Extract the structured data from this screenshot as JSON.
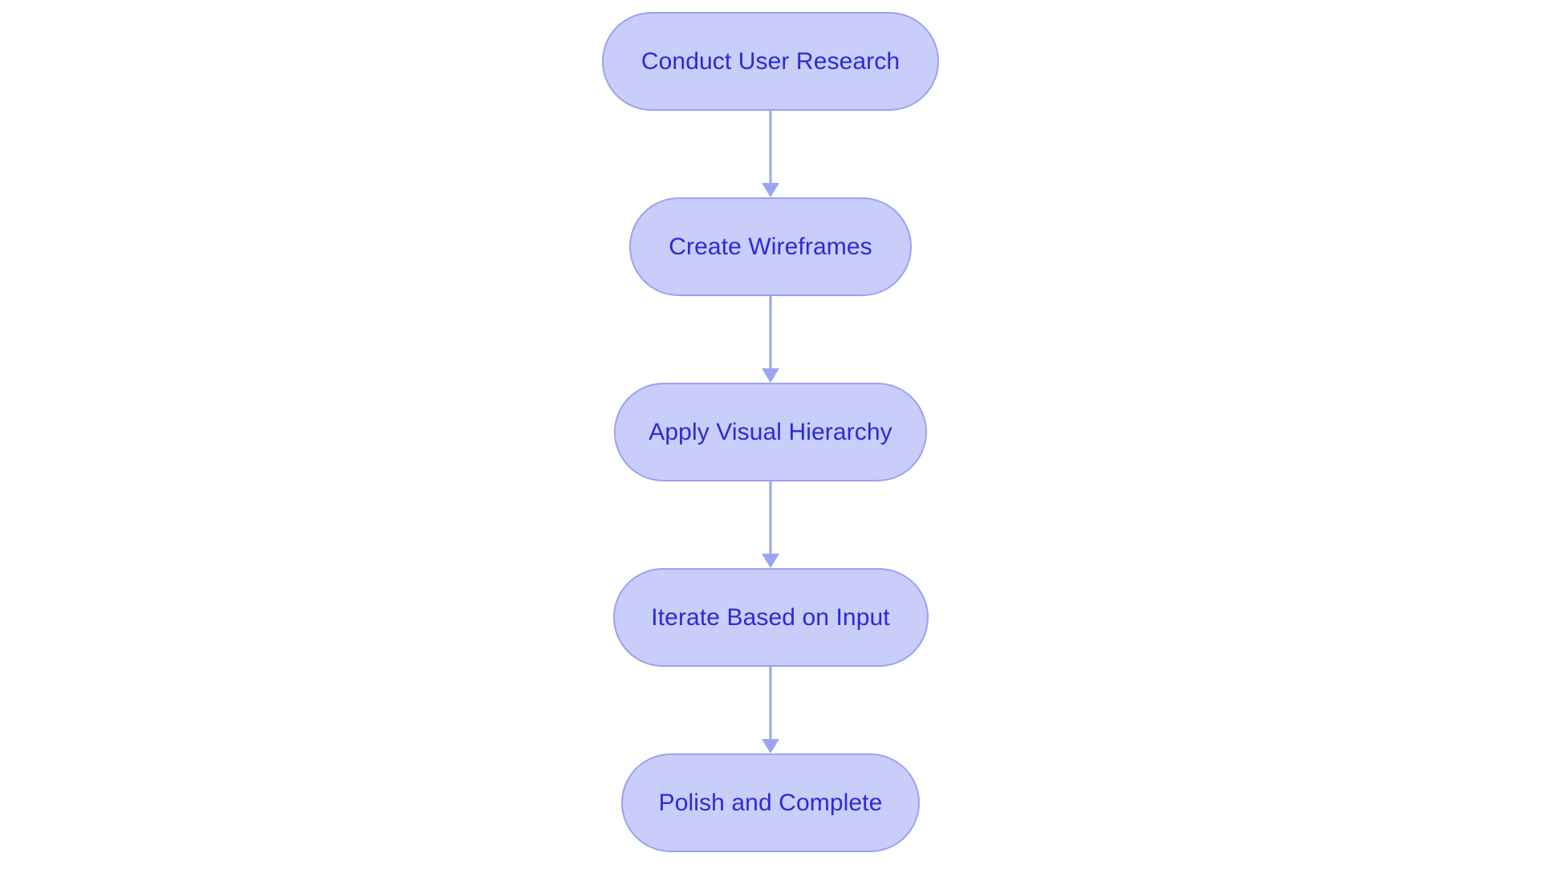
{
  "diagram": {
    "type": "flowchart",
    "orientation": "top-to-bottom",
    "background_color": "#ffffff",
    "node_fill_color": "#c8cdfa",
    "node_border_color": "#9aa2f0",
    "node_text_color": "#2b2bd4",
    "connector_color": "#9aa6f5",
    "node_shape": "stadium",
    "nodes": [
      {
        "id": "node-1",
        "label": "Conduct User Research"
      },
      {
        "id": "node-2",
        "label": "Create Wireframes"
      },
      {
        "id": "node-3",
        "label": "Apply Visual Hierarchy"
      },
      {
        "id": "node-4",
        "label": "Iterate Based on Input"
      },
      {
        "id": "node-5",
        "label": "Polish and Complete"
      }
    ],
    "edges": [
      {
        "id": "edge-1",
        "from": "node-1",
        "to": "node-2",
        "label": "",
        "arrowhead": "triangle"
      },
      {
        "id": "edge-2",
        "from": "node-2",
        "to": "node-3",
        "label": "",
        "arrowhead": "triangle"
      },
      {
        "id": "edge-3",
        "from": "node-3",
        "to": "node-4",
        "label": "",
        "arrowhead": "triangle"
      },
      {
        "id": "edge-4",
        "from": "node-4",
        "to": "node-5",
        "label": "",
        "arrowhead": "triangle"
      }
    ]
  }
}
